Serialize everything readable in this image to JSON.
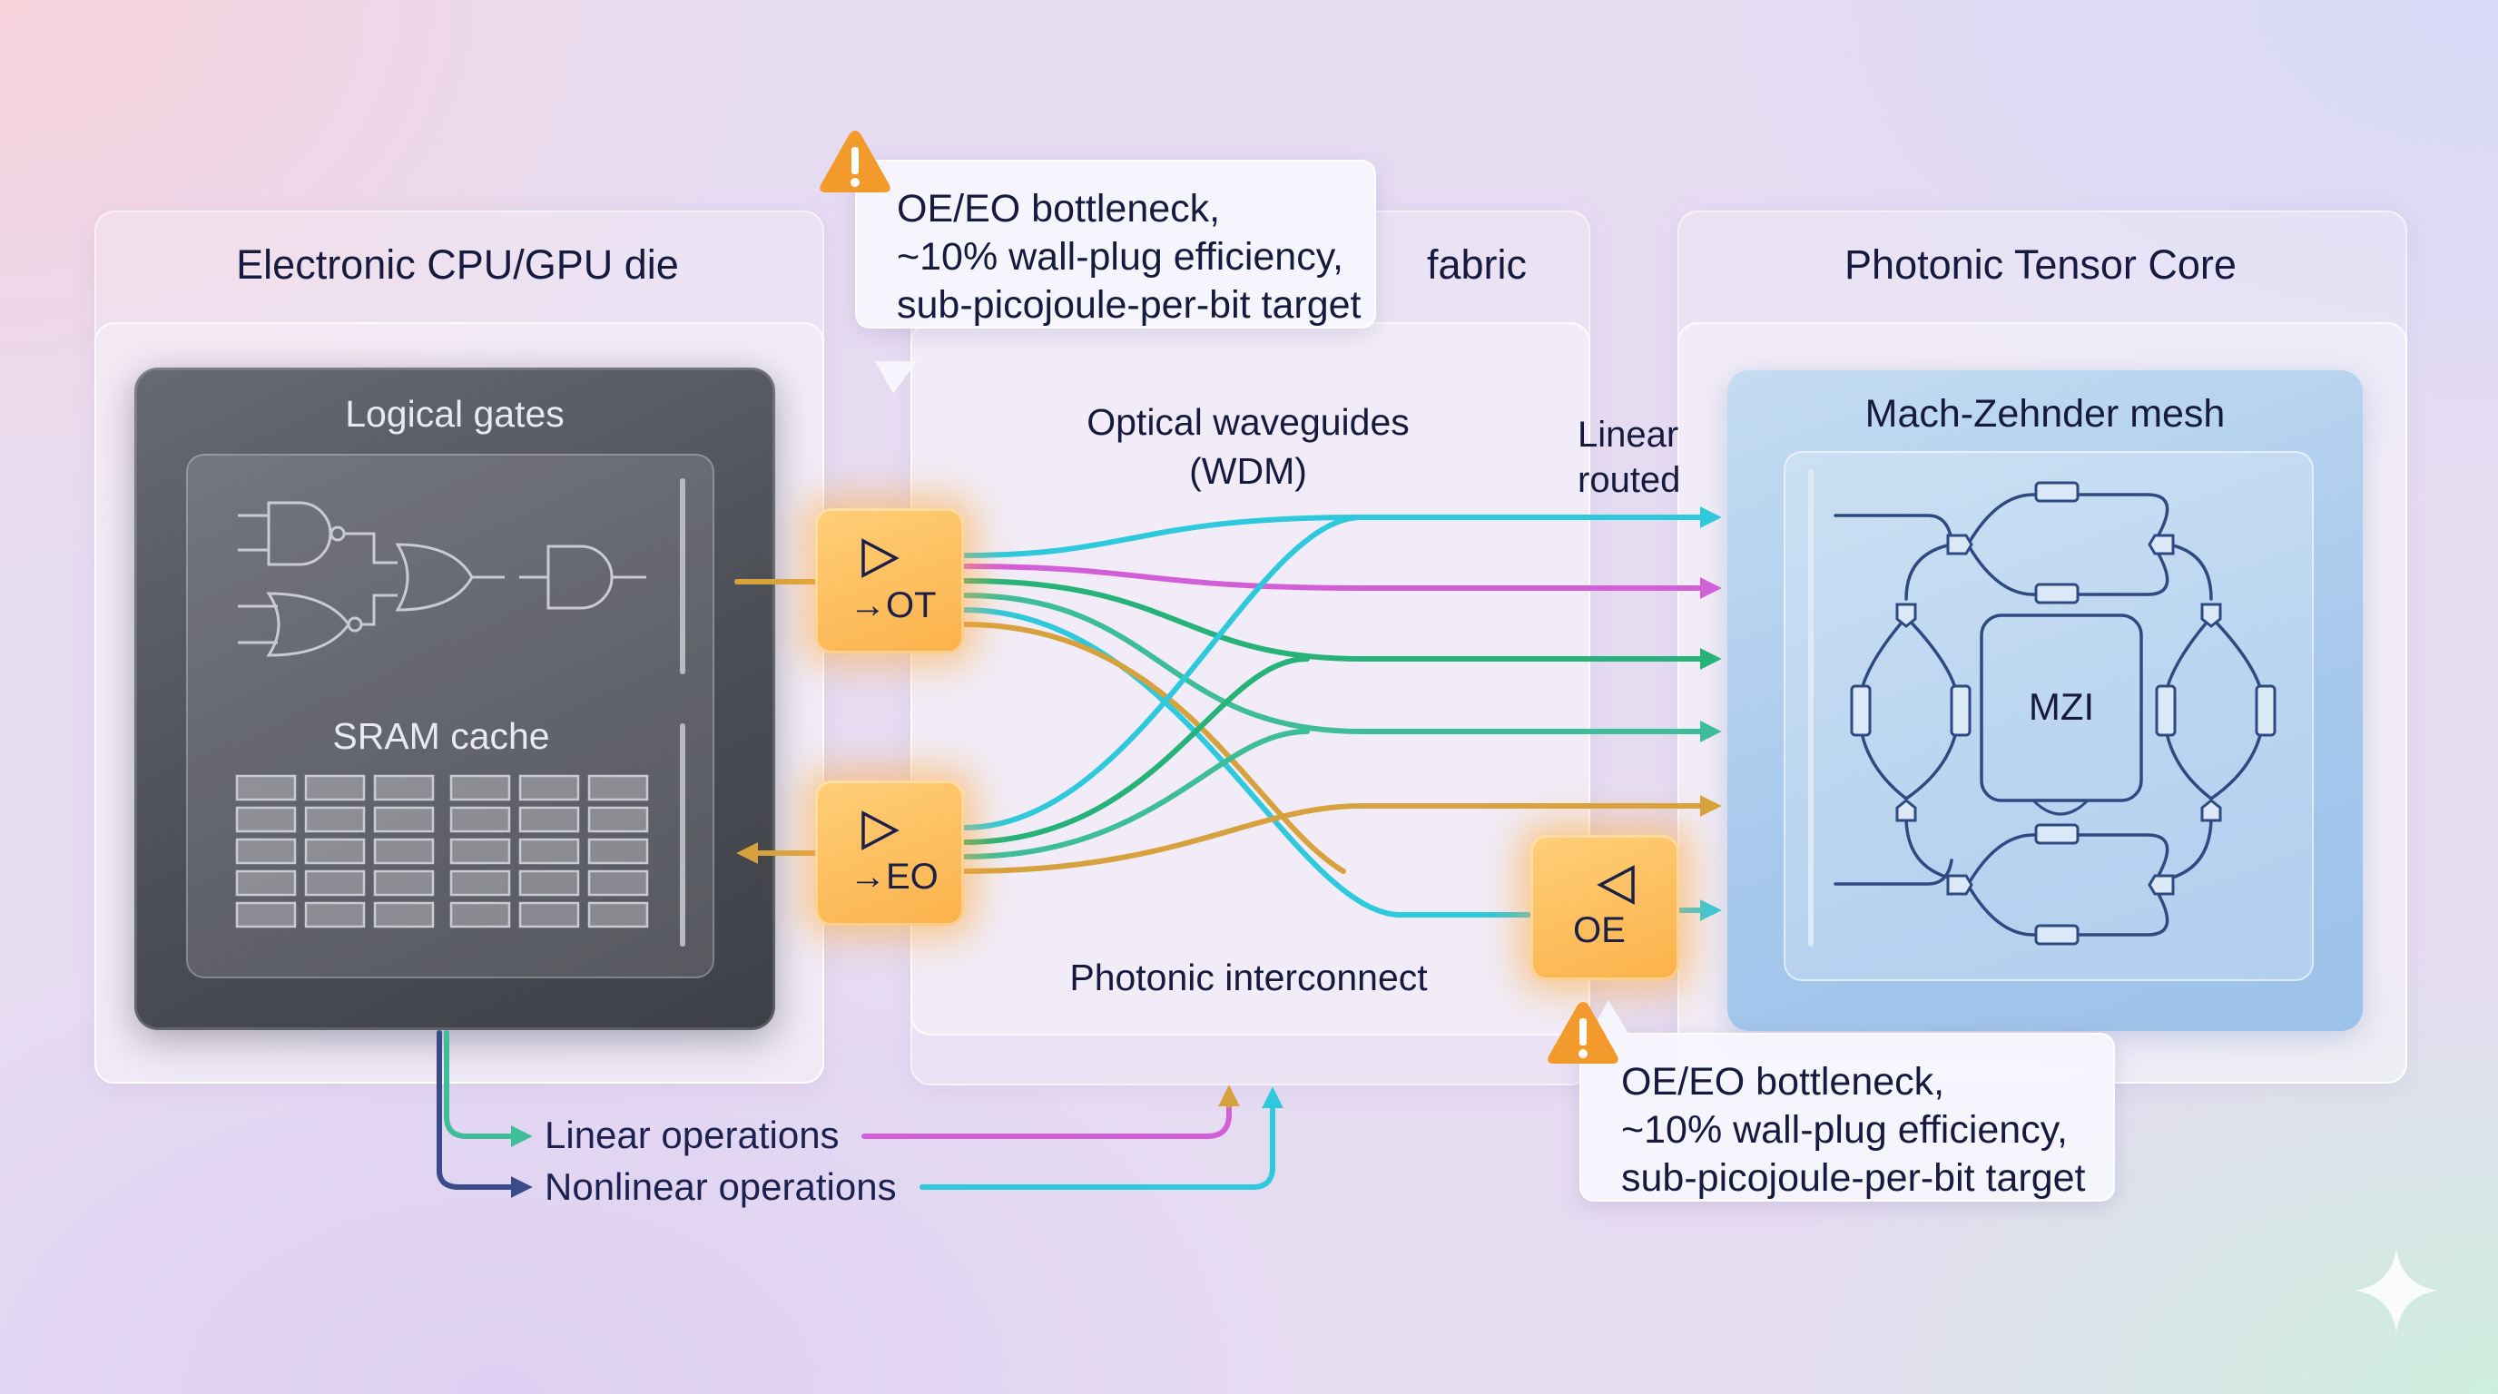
{
  "panels": {
    "electronic": {
      "title": "Electronic CPU/GPU die",
      "logic_label": "Logical gates",
      "sram_label": "SRAM cache"
    },
    "interconnect": {
      "title_visible_fragment": "fabric",
      "waveguides_label_line1": "Optical waveguides",
      "waveguides_label_line2": "(WDM)",
      "footer": "Photonic interconnect",
      "routed_line1": "Linear",
      "routed_line2": "routed"
    },
    "photonic": {
      "title": "Photonic Tensor Core",
      "mesh_label": "Mach-Zehnder mesh",
      "mzi_label": "MZI"
    }
  },
  "converters": {
    "ot": {
      "label": "→OT"
    },
    "eo": {
      "label": "→EO"
    },
    "oe": {
      "label": "OE"
    }
  },
  "callouts": {
    "top": {
      "line1": "OE/EO bottleneck,",
      "line2": "~10% wall-plug efficiency,",
      "line3": "sub-picojoule-per-bit target"
    },
    "bottom": {
      "line1": "OE/EO bottleneck,",
      "line2": "~10% wall-plug efficiency,",
      "line3": "sub-picojoule-per-bit target"
    }
  },
  "legend": {
    "linear": "Linear operations",
    "nonlinear": "Nonlinear operations"
  },
  "colors": {
    "cyan": "#2ec9dc",
    "magenta": "#d35fd8",
    "green": "#27b27a",
    "teal": "#3ebd99",
    "amber": "#d7a23d",
    "navy": "#3b4b8a",
    "warning": "#f29b2c",
    "mesh_line": "#2f4a80"
  },
  "icons": {
    "warning": "warning-triangle-icon",
    "gates": "logic-gates-icon",
    "sram": "memory-grid-icon",
    "sparkle": "sparkle-icon"
  }
}
